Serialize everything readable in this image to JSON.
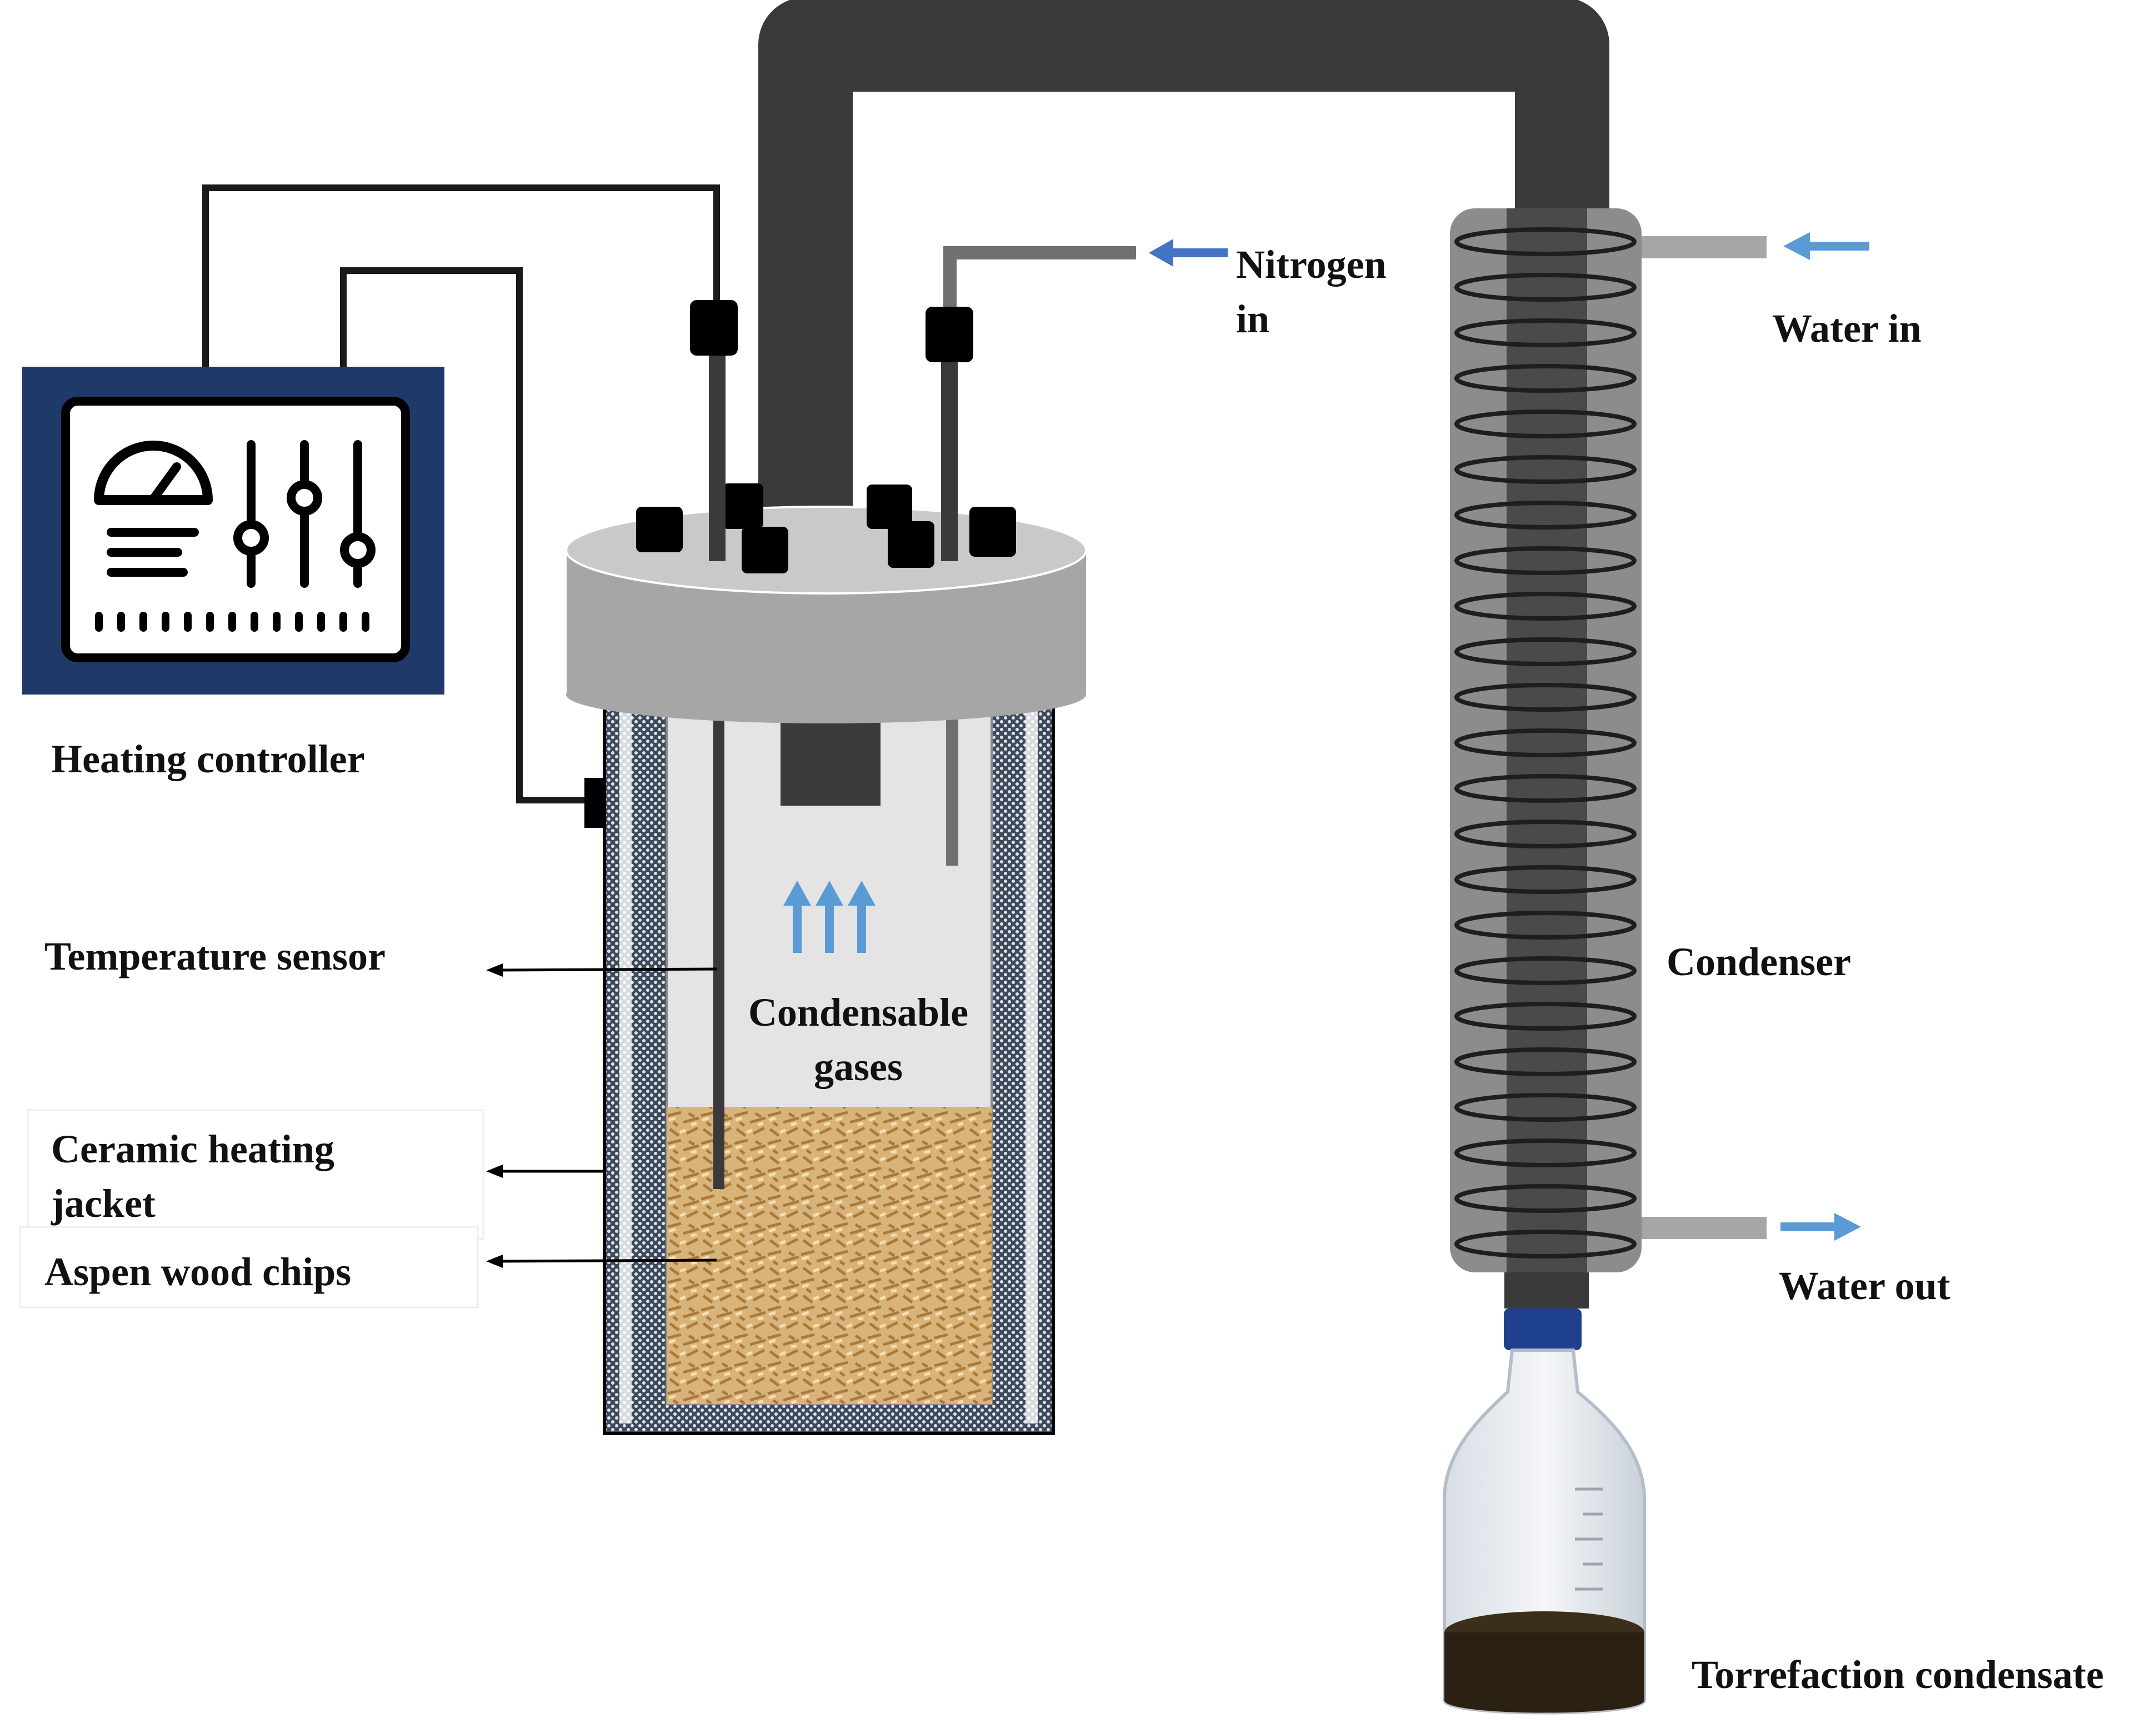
{
  "labels": {
    "heating_controller": "Heating controller",
    "temperature_sensor": "Temperature  sensor",
    "ceramic_line1": "Ceramic heating",
    "ceramic_line2": "jacket",
    "aspen": "Aspen wood  chips",
    "condensable_line1": "Condensable",
    "condensable_line2": "gases",
    "nitrogen_line1": "Nitrogen",
    "nitrogen_line2": "in",
    "water_in": "Water  in",
    "water_out": "Water  out",
    "condenser": "Condenser",
    "torrefaction": "Torrefaction  condensate"
  },
  "colors": {
    "controller_frame": "#1f3a68",
    "pipe": "#3a3a3a",
    "lid": "#a6a6a6",
    "jacket": "#3d4a5c",
    "chamber": "#e4e4e4",
    "wood": "#d9b47a",
    "condenser_body": "#8c8c8c",
    "flow_arrow": "#5b9bd5",
    "nitrogen_arrow": "#4472c4",
    "condensate": "#2a2113",
    "bottle_cap": "#1f3f8f"
  },
  "icons": [
    "controller-panel-icon",
    "gauge-icon",
    "slider-icon"
  ]
}
